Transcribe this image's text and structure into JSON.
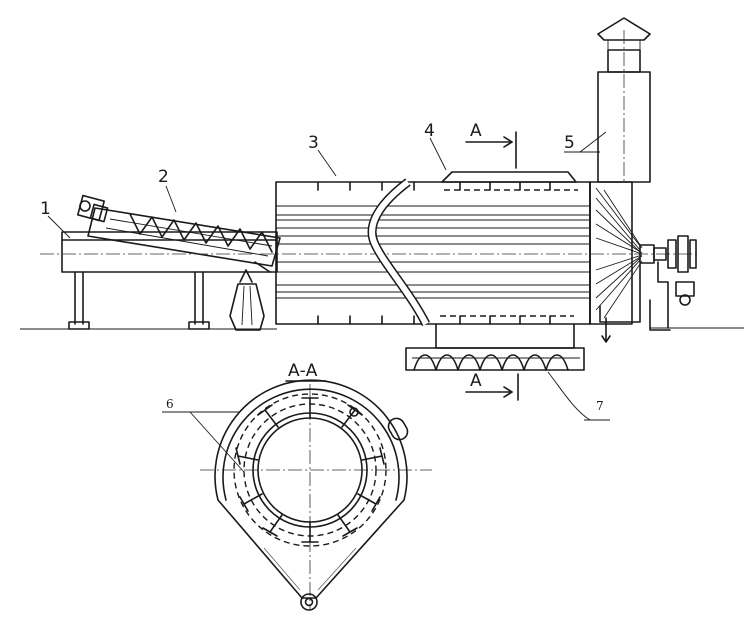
{
  "labels": {
    "feeder_table": "1",
    "inclined_screw": "2",
    "drum": "3",
    "drum_band": "4",
    "chimney": "5",
    "section_blades": "6",
    "discharge_screw": "7",
    "section_mark_top": "A",
    "section_mark_bottom": "A",
    "section_title": "А-А"
  },
  "colors": {
    "ink": "#1a1a1a",
    "paper": "#ffffff"
  }
}
